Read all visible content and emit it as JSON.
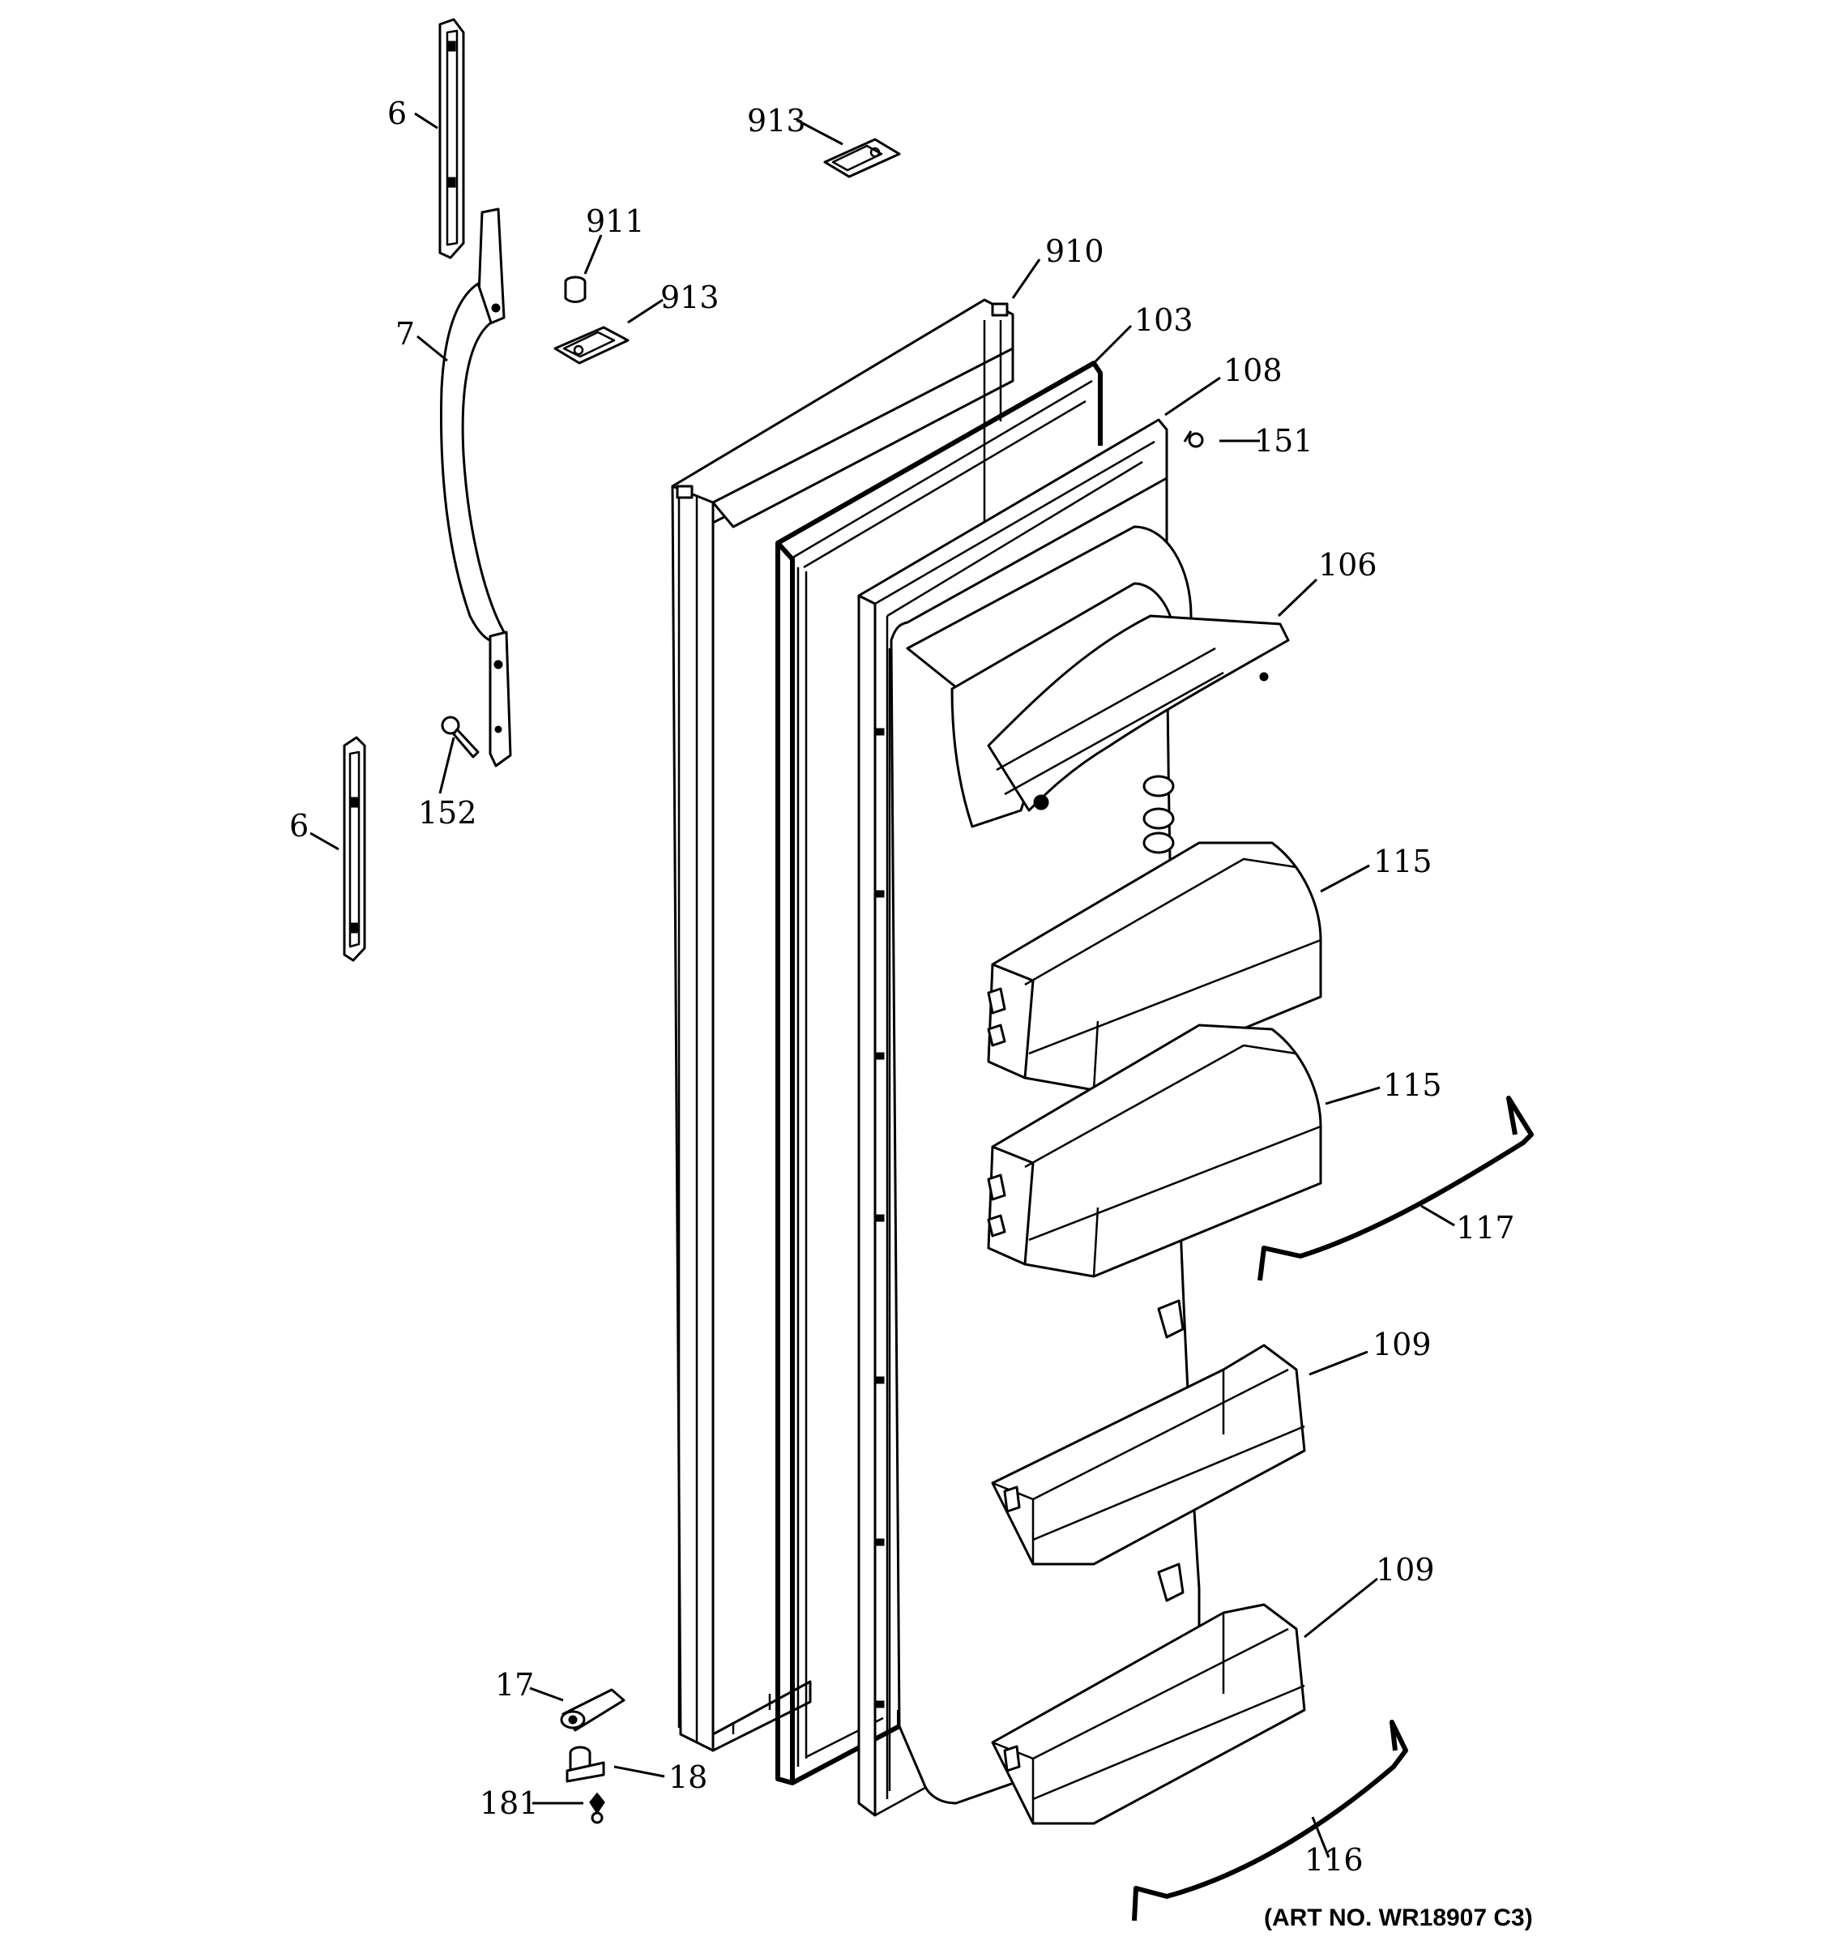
{
  "callouts": {
    "c6a": "6",
    "c913a": "913",
    "c911": "911",
    "c913b": "913",
    "c910": "910",
    "c7": "7",
    "c103": "103",
    "c108": "108",
    "c151": "151",
    "c106": "106",
    "c152": "152",
    "c6b": "6",
    "c115a": "115",
    "c115b": "115",
    "c117": "117",
    "c109a": "109",
    "c109b": "109",
    "c17": "17",
    "c18": "18",
    "c181": "181",
    "c116": "116"
  },
  "art_number": "(ART NO. WR18907 C3)"
}
